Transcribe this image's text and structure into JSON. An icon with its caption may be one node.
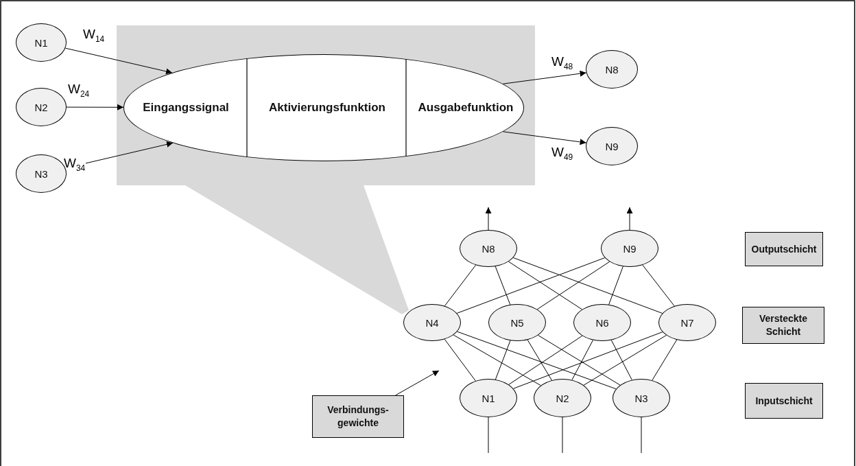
{
  "diagram": {
    "nodes": [
      {
        "text": [
          "N1"
        ]
      },
      {
        "text": [
          "N2"
        ]
      },
      {
        "text": [
          "N3"
        ]
      },
      {
        "text": [
          "Eingangssignal",
          "Aktivierungsfunktion",
          "Ausgabefunktion"
        ]
      },
      {
        "text": [
          "N8"
        ]
      },
      {
        "text": [
          "N9"
        ]
      },
      {
        "text": [
          "N8"
        ]
      },
      {
        "text": [
          "N9"
        ]
      },
      {
        "text": [
          "Outputschicht"
        ]
      },
      {
        "text": [
          "N4"
        ]
      },
      {
        "text": [
          "N5"
        ]
      },
      {
        "text": [
          "N6"
        ]
      },
      {
        "text": [
          "N7"
        ]
      },
      {
        "text": [
          "Versteckte Schicht"
        ]
      },
      {
        "text": [
          "N1"
        ]
      },
      {
        "text": [
          "N2"
        ]
      },
      {
        "text": [
          "N3"
        ]
      },
      {
        "text": [
          "Inputschicht"
        ]
      },
      {
        "text": [
          "Verbindungs- gewichte"
        ]
      }
    ],
    "edges": [
      {
        "from": 0,
        "to": 3,
        "arrow": "to",
        "label": "W$_{14}$"
      },
      {
        "from": 1,
        "to": 3,
        "arrow": "to",
        "label": "W$_{24}$"
      },
      {
        "from": 2,
        "to": 3,
        "arrow": "to",
        "label": "W$_{34}$"
      },
      {
        "from": 3,
        "to": 4,
        "arrow": "to",
        "label": "W$_{48}$"
      },
      {
        "from": 3,
        "to": 5,
        "arrow": "to",
        "label": "W$_{49}$"
      },
      {
        "from": 6,
        "to": null,
        "arrow": "to"
      },
      {
        "from": 7,
        "to": null,
        "arrow": "to"
      },
      {
        "from": 9,
        "to": 6,
        "arrow": "none"
      },
      {
        "from": 9,
        "to": 7,
        "arrow": "none"
      },
      {
        "from": 10,
        "to": 6,
        "arrow": "none"
      },
      {
        "from": 10,
        "to": 7,
        "arrow": "none"
      },
      {
        "from": 11,
        "to": 6,
        "arrow": "none"
      },
      {
        "from": 11,
        "to": 7,
        "arrow": "none"
      },
      {
        "from": 12,
        "to": 6,
        "arrow": "none"
      },
      {
        "from": 12,
        "to": 7,
        "arrow": "none"
      },
      {
        "from": 14,
        "to": 9,
        "arrow": "none"
      },
      {
        "from": 14,
        "to": 10,
        "arrow": "none"
      },
      {
        "from": 14,
        "to": 11,
        "arrow": "none"
      },
      {
        "from": 14,
        "to": 12,
        "arrow": "none"
      },
      {
        "from": 15,
        "to": 9,
        "arrow": "none"
      },
      {
        "from": 15,
        "to": 10,
        "arrow": "none"
      },
      {
        "from": 15,
        "to": 11,
        "arrow": "none"
      },
      {
        "from": 15,
        "to": 12,
        "arrow": "none"
      },
      {
        "from": 16,
        "to": 9,
        "arrow": "none"
      },
      {
        "from": 16,
        "to": 10,
        "arrow": "none"
      },
      {
        "from": 16,
        "to": 11,
        "arrow": "none"
      },
      {
        "from": 16,
        "to": 12,
        "arrow": "none"
      },
      {
        "from": null,
        "to": 14,
        "arrow": "none"
      },
      {
        "from": null,
        "to": 15,
        "arrow": "none"
      },
      {
        "from": null,
        "to": 16,
        "arrow": "none"
      },
      {
        "from": 18,
        "to": null,
        "arrow": "to"
      }
    ]
  }
}
